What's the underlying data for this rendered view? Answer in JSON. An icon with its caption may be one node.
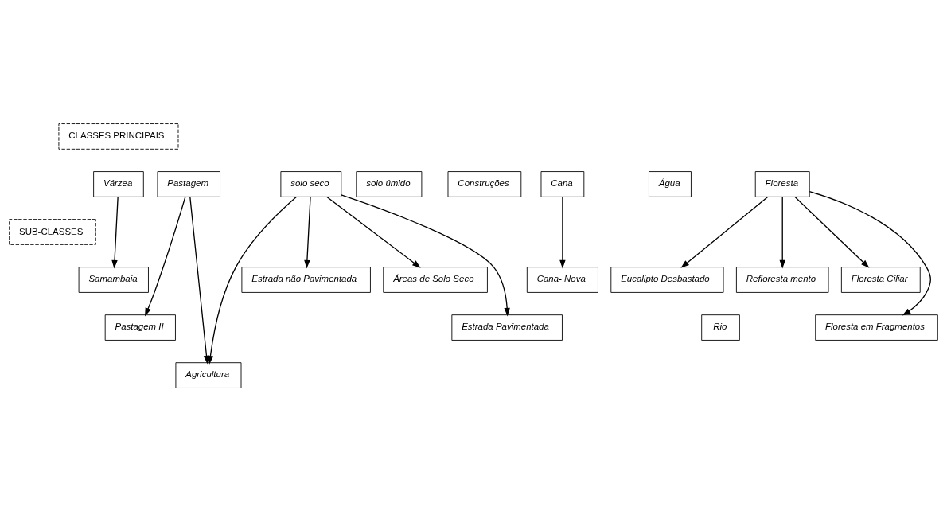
{
  "diagram": {
    "nodes": [
      {
        "text": [
          "CLASSES PRINCIPAIS"
        ]
      },
      {
        "text": [
          "Várzea"
        ]
      },
      {
        "text": [
          "Pastagem"
        ]
      },
      {
        "text": [
          "solo seco"
        ]
      },
      {
        "text": [
          "solo úmido"
        ]
      },
      {
        "text": [
          "Construções"
        ]
      },
      {
        "text": [
          "Cana"
        ]
      },
      {
        "text": [
          "Água"
        ]
      },
      {
        "text": [
          "Floresta"
        ]
      },
      {
        "text": [
          "SUB-CLASSES"
        ]
      },
      {
        "text": [
          "Samambaia"
        ]
      },
      {
        "text": [
          "Estrada não Pavimentada"
        ]
      },
      {
        "text": [
          "Áreas de Solo Seco"
        ]
      },
      {
        "text": [
          "Cana- Nova"
        ]
      },
      {
        "text": [
          "Eucalipto Desbastado"
        ]
      },
      {
        "text": [
          "Refloresta mento"
        ]
      },
      {
        "text": [
          "Floresta Ciliar"
        ]
      },
      {
        "text": [
          "Pastagem II"
        ]
      },
      {
        "text": [
          "Estrada Pavimentada"
        ]
      },
      {
        "text": [
          "Rio"
        ]
      },
      {
        "text": [
          "Floresta em Fragmentos"
        ]
      },
      {
        "text": [
          "Agricultura"
        ]
      }
    ],
    "edges": [
      {
        "from": 1,
        "to": 10,
        "arrow": "to"
      },
      {
        "from": 2,
        "to": 17,
        "arrow": "to"
      },
      {
        "from": 2,
        "to": 21,
        "arrow": "to"
      },
      {
        "from": 3,
        "to": 11,
        "arrow": "to"
      },
      {
        "from": 3,
        "to": 18,
        "arrow": "to"
      },
      {
        "from": 3,
        "to": 21,
        "arrow": "to"
      },
      {
        "from": 3,
        "to": 12,
        "arrow": "to"
      },
      {
        "from": 6,
        "to": 13,
        "arrow": "to"
      },
      {
        "from": 8,
        "to": 14,
        "arrow": "to"
      },
      {
        "from": 8,
        "to": 15,
        "arrow": "to"
      },
      {
        "from": 8,
        "to": 20,
        "arrow": "to"
      },
      {
        "from": 8,
        "to": 16,
        "arrow": "to"
      }
    ]
  }
}
